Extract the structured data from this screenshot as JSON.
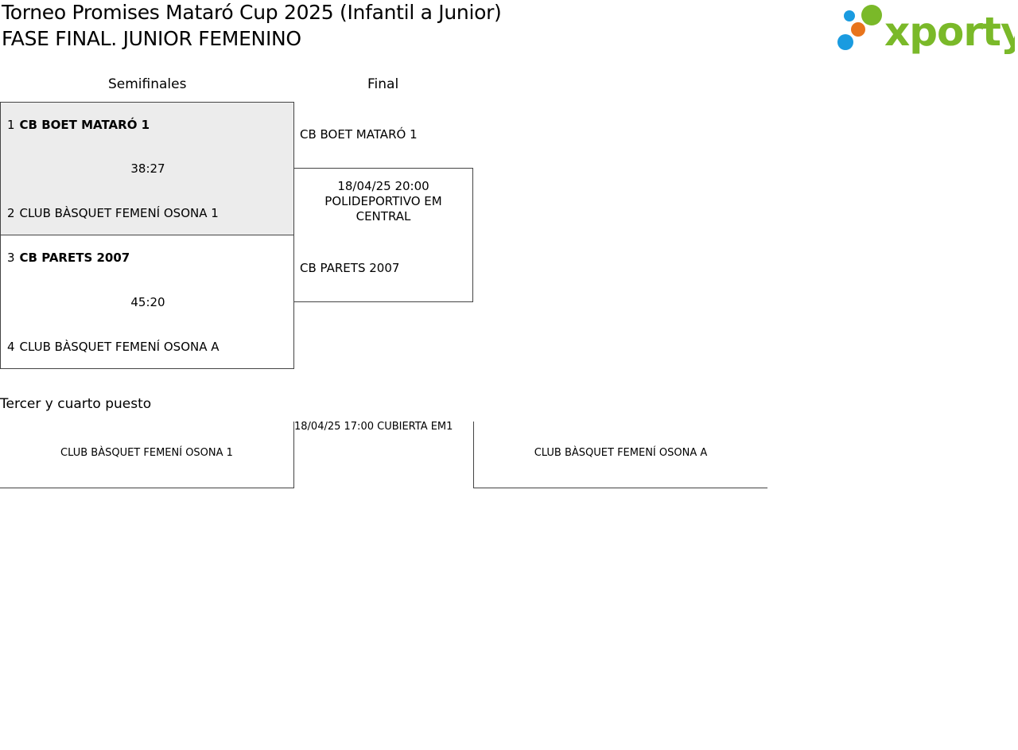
{
  "header": {
    "title": "Torneo Promises Mataró Cup 2025 (Infantil a Junior)",
    "subtitle": "FASE FINAL. JUNIOR FEMENINO",
    "logo_text": "xporty"
  },
  "columns": {
    "semifinals": "Semifinales",
    "final": "Final"
  },
  "semifinals": [
    {
      "team1": {
        "seed": "1",
        "name": "CB BOET MATARÓ 1",
        "winner": true
      },
      "score": "38:27",
      "team2": {
        "seed": "2",
        "name": "CLUB BÀSQUET FEMENÍ OSONA 1",
        "winner": false
      }
    },
    {
      "team1": {
        "seed": "3",
        "name": "CB PARETS 2007",
        "winner": true
      },
      "score": "45:20",
      "team2": {
        "seed": "4",
        "name": "CLUB BÀSQUET FEMENÍ OSONA A",
        "winner": false
      }
    }
  ],
  "final": {
    "team1": "CB BOET MATARÓ 1",
    "datetime": "18/04/25 20:00",
    "venue": "POLIDEPORTIVO EM CENTRAL",
    "team2": "CB PARETS 2007"
  },
  "third_place": {
    "heading": "Tercer y cuarto puesto",
    "team1": "CLUB BÀSQUET FEMENÍ OSONA 1",
    "info": "18/04/25 17:00 CUBIERTA EM1",
    "team2": "CLUB BÀSQUET FEMENÍ OSONA A"
  },
  "colors": {
    "winner_bg": "#ececec",
    "border": "#444444",
    "logo_green": "#7ab929",
    "logo_blue": "#1a9be0",
    "logo_orange": "#e8741c"
  }
}
